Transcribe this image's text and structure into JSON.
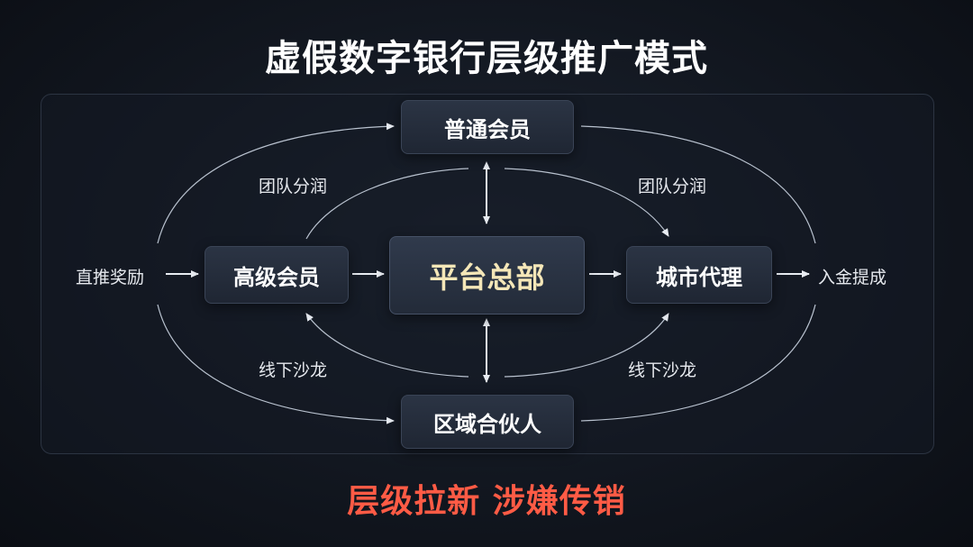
{
  "title": "虚假数字银行层级推广模式",
  "nodes": {
    "top": "普通会员",
    "bottom": "区域合伙人",
    "left": "高级会员",
    "right": "城市代理",
    "center": "平台总部"
  },
  "labels": {
    "left_entry": "直推奖励",
    "right_exit": "入金提成",
    "top_left": "团队分润",
    "top_right": "团队分润",
    "bottom_left": "线下沙龙",
    "bottom_right": "线下沙龙"
  },
  "warning": "层级拉新 涉嫌传销",
  "colors": {
    "warning": "#ff5b45",
    "center_text": "#f5e7b8",
    "line": "#cfd6e0"
  }
}
